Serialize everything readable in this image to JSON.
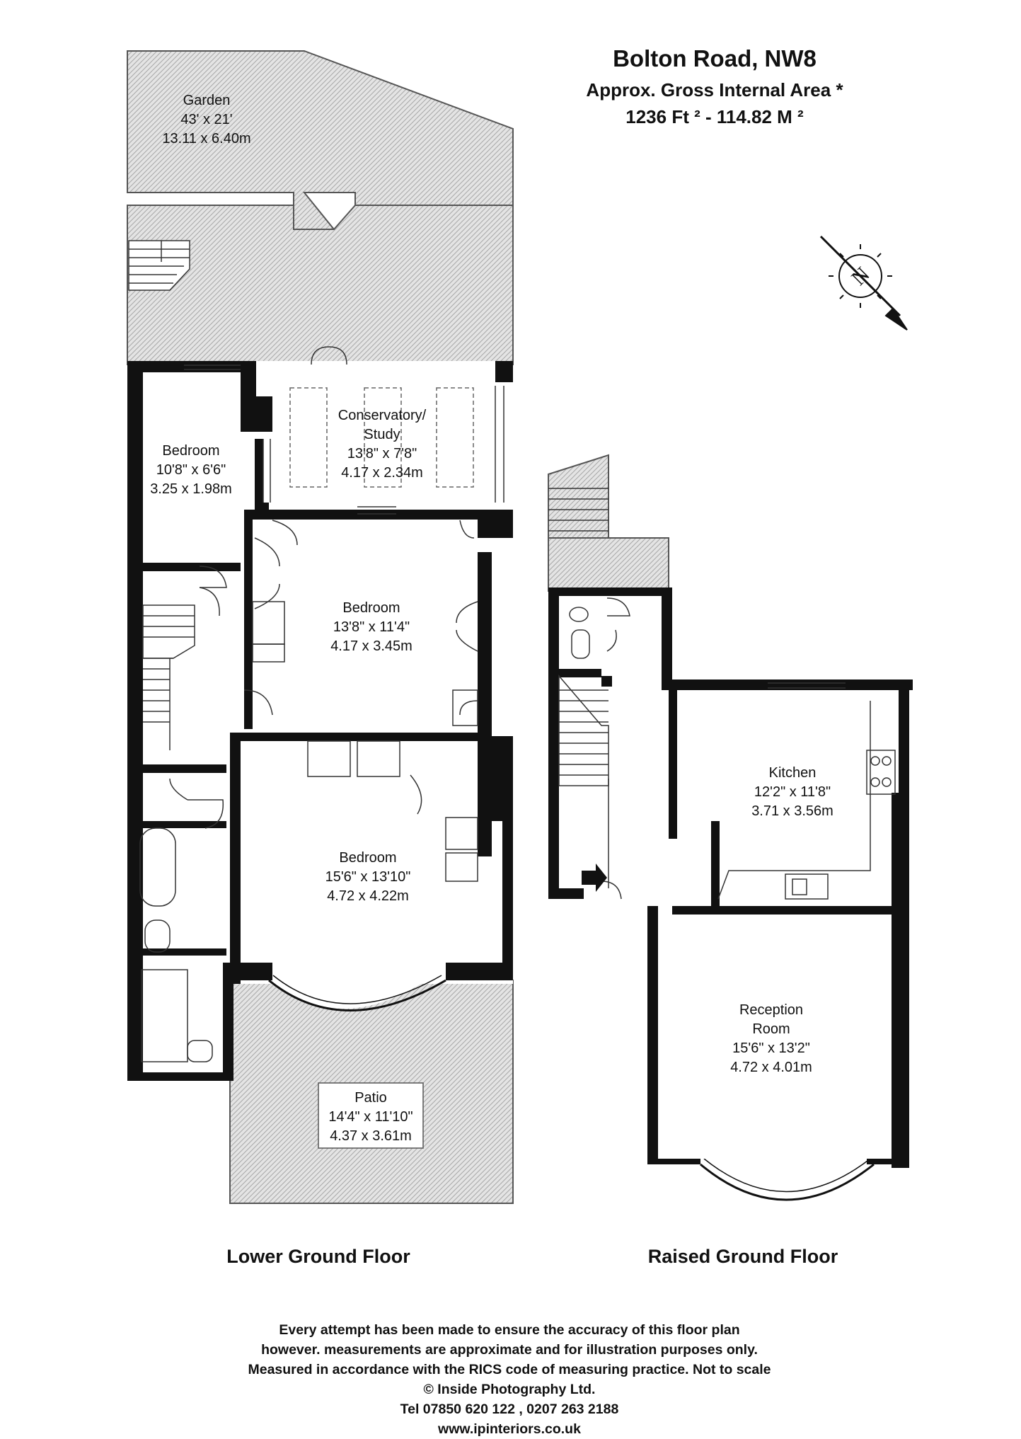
{
  "header": {
    "title": "Bolton Road, NW8",
    "area_label": "Approx. Gross Internal Area *",
    "area_value": "1236 Ft ² - 114.82 M ²"
  },
  "compass": {
    "label": "N"
  },
  "floors": {
    "lower": "Lower Ground Floor",
    "raised": "Raised Ground Floor"
  },
  "rooms": {
    "garden": {
      "name": "Garden",
      "imperial": "43' x 21'",
      "metric": "13.11 x 6.40m"
    },
    "conservatory": {
      "name1": "Conservatory/",
      "name2": "Study",
      "imperial": "13'8\" x 7'8\"",
      "metric": "4.17 x 2.34m"
    },
    "bedroom1": {
      "name": "Bedroom",
      "imperial": "10'8\" x 6'6\"",
      "metric": "3.25 x 1.98m"
    },
    "bedroom2": {
      "name": "Bedroom",
      "imperial": "13'8\" x 11'4\"",
      "metric": "4.17 x 3.45m"
    },
    "bedroom3": {
      "name": "Bedroom",
      "imperial": "15'6\" x 13'10\"",
      "metric": "4.72 x 4.22m"
    },
    "patio": {
      "name": "Patio",
      "imperial": "14'4\" x 11'10\"",
      "metric": "4.37 x 3.61m"
    },
    "kitchen": {
      "name": "Kitchen",
      "imperial": "12'2\" x 11'8\"",
      "metric": "3.71 x 3.56m"
    },
    "reception": {
      "name1": "Reception",
      "name2": "Room",
      "imperial": "15'6\" x 13'2\"",
      "metric": "4.72 x 4.01m"
    }
  },
  "disclaimer": [
    "Every attempt has been made to ensure the accuracy of this floor plan",
    "however. measurements are approximate and for illustration purposes only.",
    "Measured in accordance with the RICS code of measuring practice. Not to scale",
    "© Inside Photography Ltd.",
    "Tel 07850 620 122 , 0207 263 2188",
    "www.ipinteriors.co.uk"
  ]
}
